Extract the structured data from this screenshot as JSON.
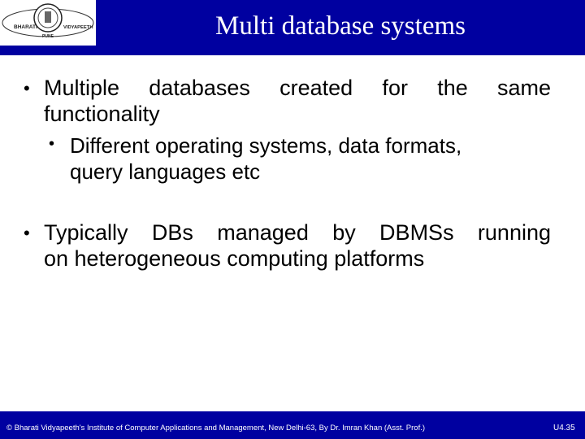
{
  "header": {
    "title": "Multi database systems",
    "logo_left_text": "BHARATI",
    "logo_right_text": "VIDYAPEETH",
    "logo_bottom_text": "PUNE"
  },
  "bullets": [
    {
      "line1": "Multiple databases created for the same",
      "line2": "functionality",
      "sub": {
        "line1": "Different operating systems, data formats,",
        "line2": "query languages etc"
      }
    },
    {
      "line1": "Typically DBs managed by DBMSs running",
      "line2": "on heterogeneous computing platforms"
    }
  ],
  "footer": {
    "text": "© Bharati Vidyapeeth's Institute of Computer Applications and Management, New Delhi-63, By Dr. Imran Khan (Asst. Prof.)",
    "page": "U4.35"
  },
  "colors": {
    "header_bg": "#0000a0",
    "text": "#000000"
  }
}
